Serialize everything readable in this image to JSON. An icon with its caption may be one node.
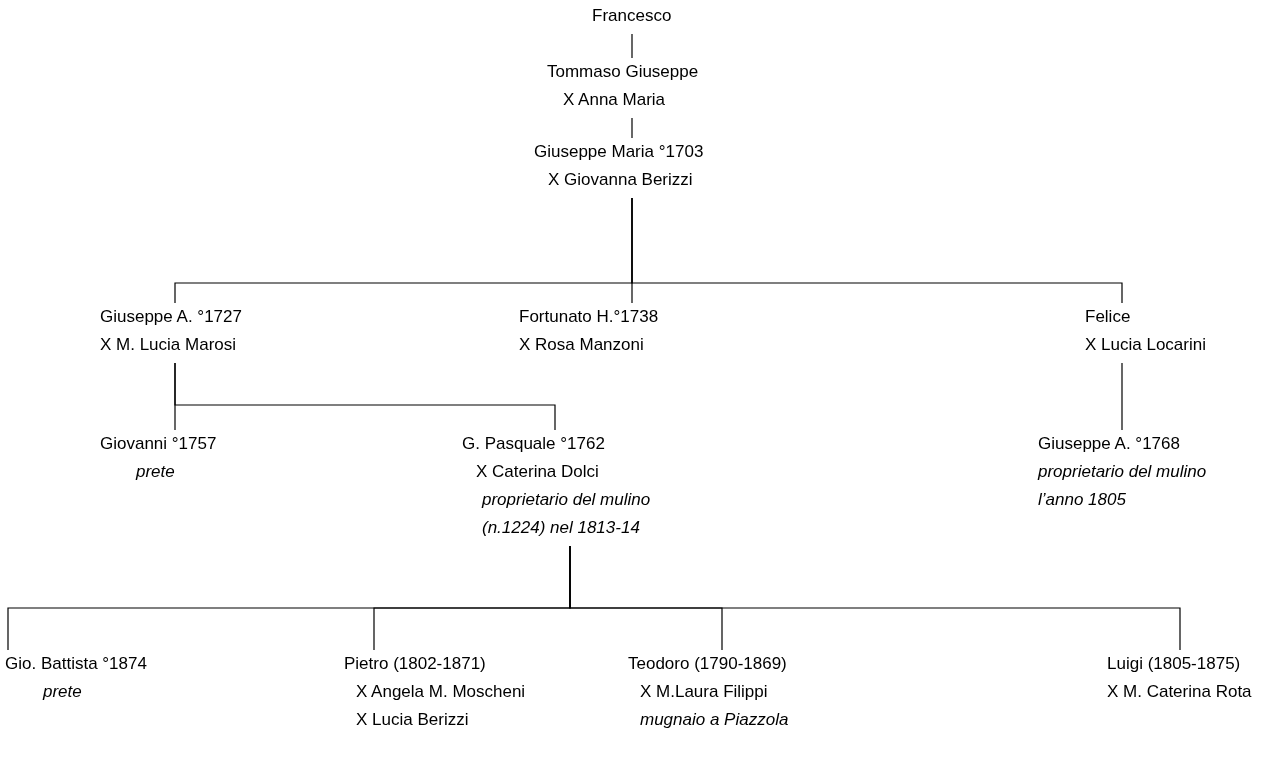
{
  "diagram": {
    "nodes": [
      {
        "text": [
          "Francesco"
        ]
      },
      {
        "text": [
          "Tommaso Giuseppe",
          "X Anna Maria"
        ]
      },
      {
        "text": [
          "Giuseppe Maria °1703",
          "X Giovanna Berizzi"
        ]
      },
      {
        "text": [
          "Giuseppe A. °1727",
          "X M. Lucia Marosi"
        ]
      },
      {
        "text": [
          "Fortunato H.°1738",
          "X Rosa Manzoni"
        ]
      },
      {
        "text": [
          "Felice",
          "X Lucia Locarini"
        ]
      },
      {
        "text": [
          "Giovanni °1757",
          "*prete*"
        ]
      },
      {
        "text": [
          "G. Pasquale °1762",
          "X Caterina Dolci",
          "*proprietario del mulino (n.1224) nel 1813-14*"
        ]
      },
      {
        "text": [
          "Giuseppe A. °1768",
          "*proprietario del mulino l’anno 1805*"
        ]
      },
      {
        "text": [
          "Gio. Battista °1874",
          "*prete*"
        ]
      },
      {
        "text": [
          "Pietro (1802-1871)",
          "X Angela M. Moscheni",
          "X Lucia Berizzi"
        ]
      },
      {
        "text": [
          "Teodoro (1790-1869)",
          "X M.Laura Filippi",
          "*mugnaio a Piazzola*"
        ]
      },
      {
        "text": [
          "Luigi (1805-1875)",
          "X M. Caterina Rota"
        ]
      }
    ],
    "edges": [
      {
        "from": 0,
        "to": 1,
        "arrow": "none"
      },
      {
        "from": 1,
        "to": 2,
        "arrow": "none"
      },
      {
        "from": 2,
        "to": 3,
        "arrow": "none"
      },
      {
        "from": 2,
        "to": 4,
        "arrow": "none"
      },
      {
        "from": 2,
        "to": 5,
        "arrow": "none"
      },
      {
        "from": 3,
        "to": 6,
        "arrow": "none"
      },
      {
        "from": 3,
        "to": 7,
        "arrow": "none"
      },
      {
        "from": 5,
        "to": 8,
        "arrow": "none"
      },
      {
        "from": 7,
        "to": 9,
        "arrow": "none"
      },
      {
        "from": 7,
        "to": 10,
        "arrow": "none"
      },
      {
        "from": 7,
        "to": 11,
        "arrow": "none"
      },
      {
        "from": 7,
        "to": 12,
        "arrow": "none"
      }
    ]
  }
}
